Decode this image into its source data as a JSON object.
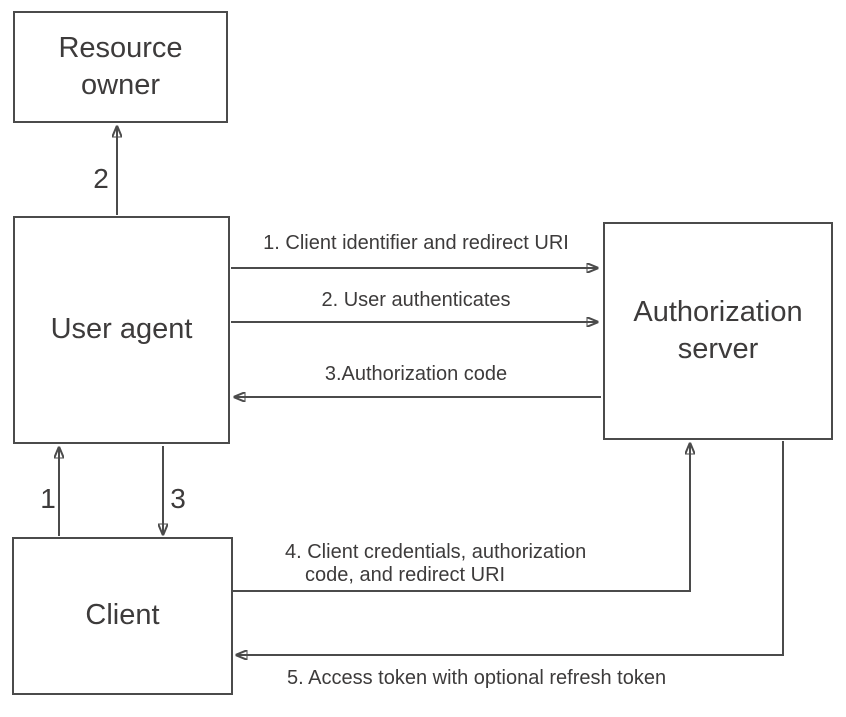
{
  "colors": {
    "background": "#ffffff",
    "line": "#4b4b4b",
    "arrowhead": "#3a3a3a",
    "text": "#3d3b3b",
    "box_border": "#4b4b4b"
  },
  "nodes": [
    {
      "id": "resource-owner",
      "label": "Resource\nowner"
    },
    {
      "id": "user-agent",
      "label": "User agent"
    },
    {
      "id": "client",
      "label": "Client"
    },
    {
      "id": "authorization-server",
      "label": "Authorization\nserver"
    }
  ],
  "messages": [
    {
      "id": "step1",
      "label": "1. Client identifier and redirect URI",
      "from": "user-agent",
      "to": "authorization-server"
    },
    {
      "id": "step2",
      "label": "2. User authenticates",
      "from": "user-agent",
      "to": "authorization-server"
    },
    {
      "id": "step3",
      "label": "3.Authorization code",
      "from": "authorization-server",
      "to": "user-agent"
    },
    {
      "id": "step4",
      "label": "4. Client credentials, authorization\ncode, and redirect URI",
      "from": "client",
      "to": "authorization-server"
    },
    {
      "id": "step5",
      "label": "5. Access token with optional refresh token",
      "from": "authorization-server",
      "to": "client"
    }
  ],
  "step_numbers": [
    {
      "id": "2",
      "label": "2",
      "from": "user-agent",
      "to": "resource-owner"
    },
    {
      "id": "1",
      "label": "1",
      "from": "client",
      "to": "user-agent"
    },
    {
      "id": "3",
      "label": "3",
      "from": "user-agent",
      "to": "client"
    }
  ]
}
